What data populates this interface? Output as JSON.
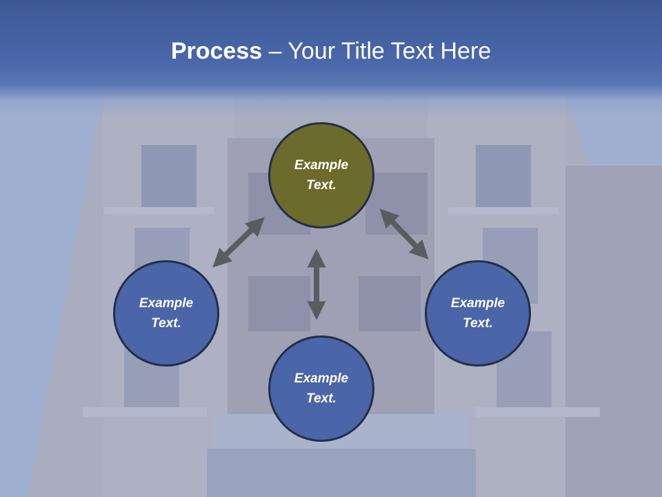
{
  "title": {
    "bold": "Process",
    "rest": " – Your Title Text Here"
  },
  "nodes": {
    "top": "Example Text.",
    "left": "Example Text.",
    "right": "Example Text.",
    "bottom": "Example Text."
  },
  "colors": {
    "title_band": "#4a68ab",
    "node_accent": "#6d6b2c",
    "node_default": "#4a65a8",
    "node_border": "#232e47",
    "arrow": "#5a5d5f"
  }
}
